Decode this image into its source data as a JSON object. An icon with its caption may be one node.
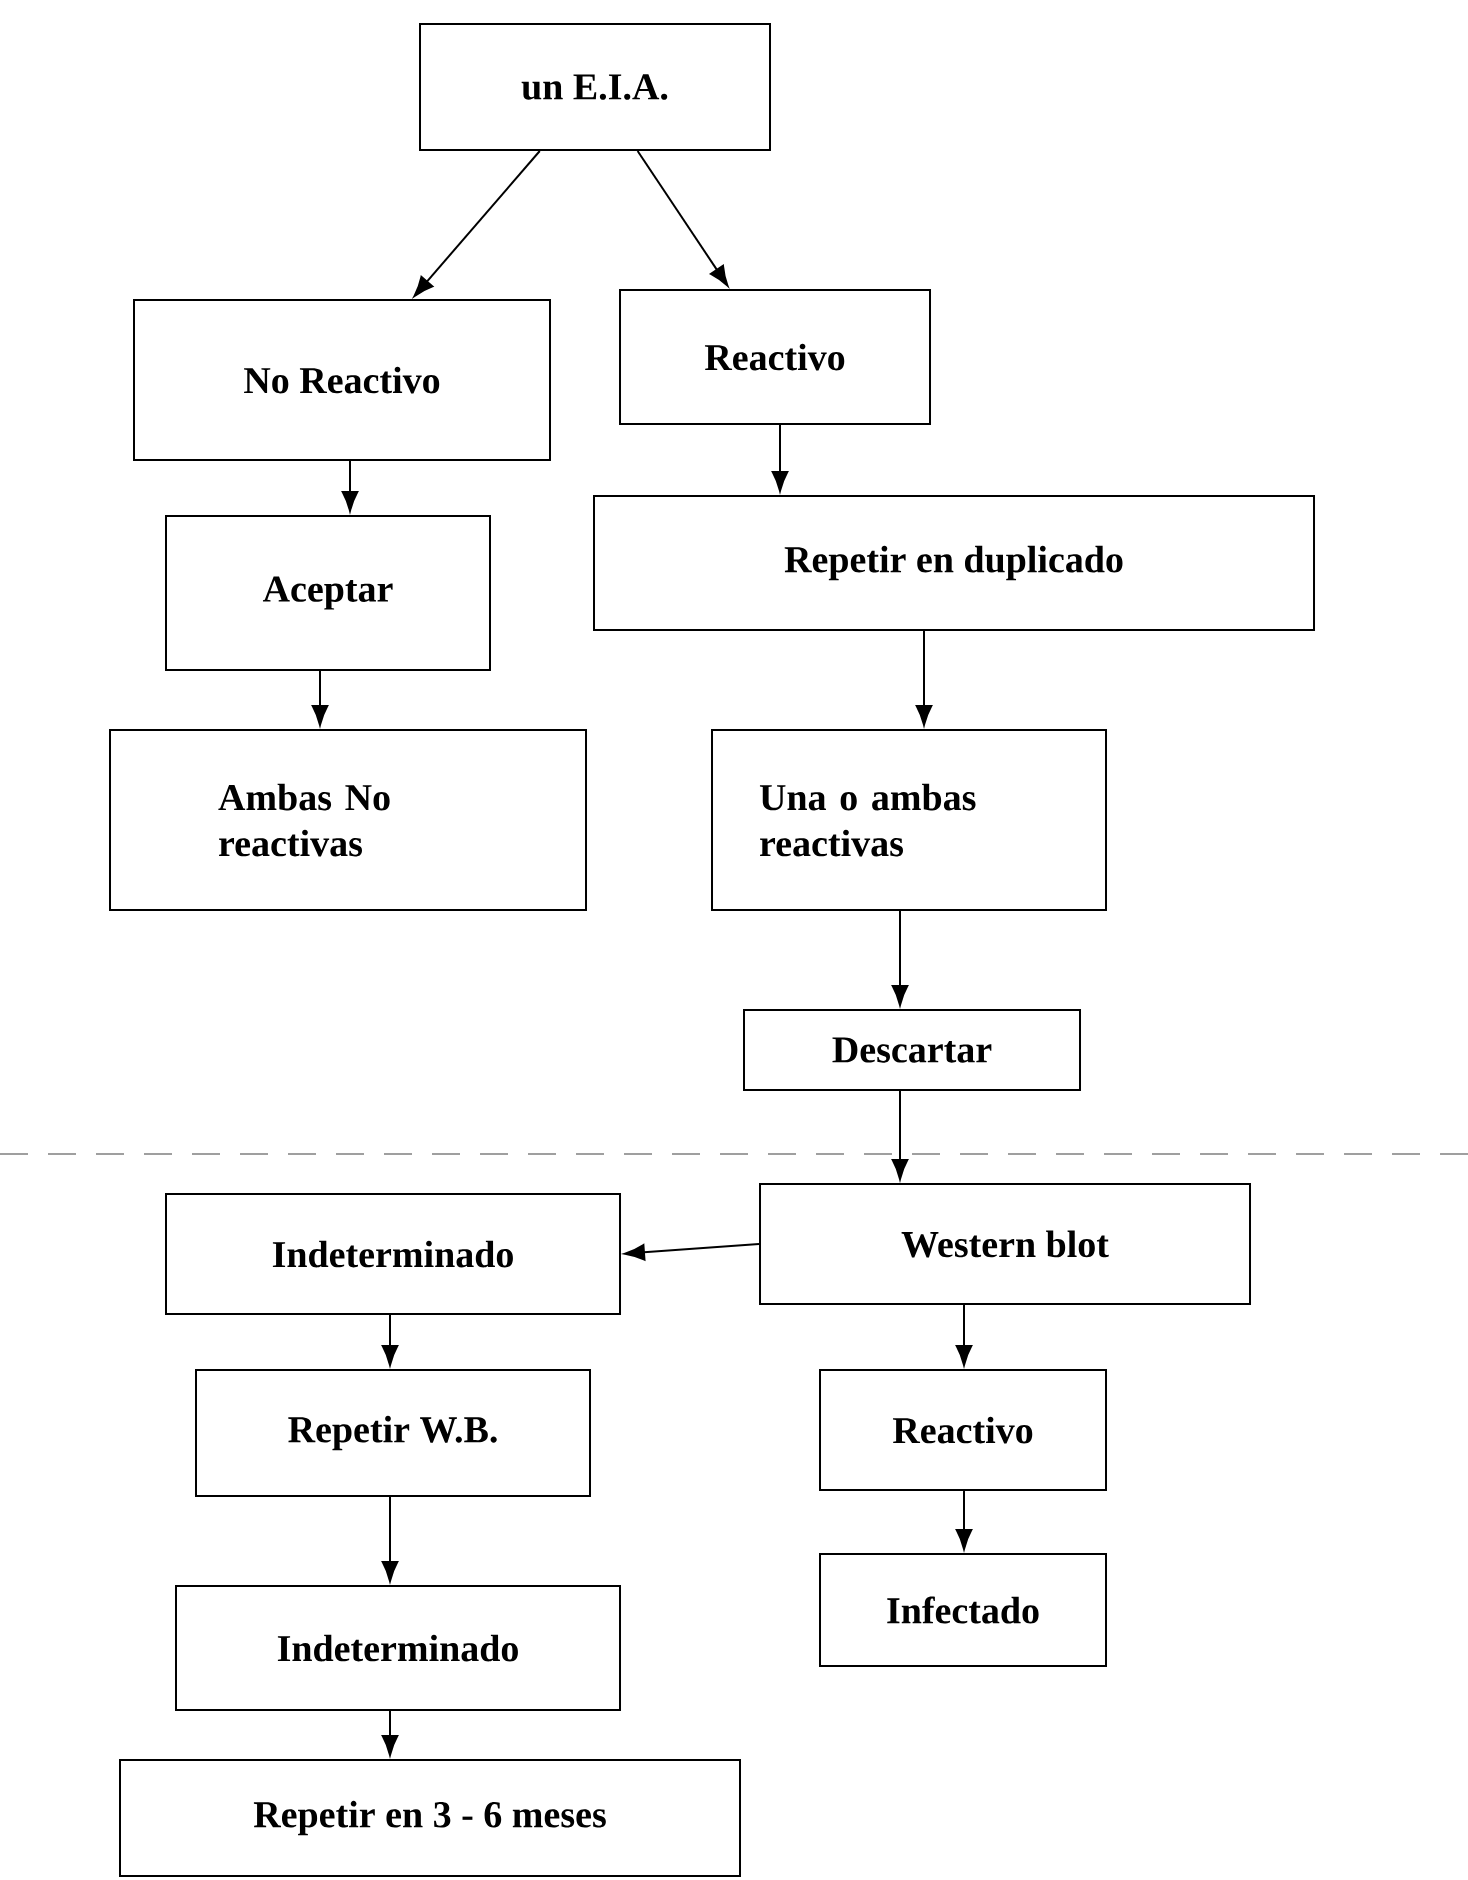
{
  "diagram": {
    "nodes": [
      {
        "text": [
          "un  E.I.A."
        ]
      },
      {
        "text": [
          "No Reactivo"
        ]
      },
      {
        "text": [
          "Reactivo"
        ]
      },
      {
        "text": [
          "Aceptar"
        ]
      },
      {
        "text": [
          "Repetir en duplicado"
        ]
      },
      {
        "text": [
          "Ambas No reactivas"
        ]
      },
      {
        "text": [
          "Una o ambas reactivas"
        ]
      },
      {
        "text": [
          "Descartar"
        ]
      },
      {
        "text": [
          "Indeterminado"
        ]
      },
      {
        "text": [
          "Western  blot"
        ]
      },
      {
        "text": [
          "Reactivo"
        ]
      },
      {
        "text": [
          "Repetir W.B."
        ]
      },
      {
        "text": [
          "Infectado"
        ]
      },
      {
        "text": [
          "Indeterminado"
        ]
      },
      {
        "text": [
          "Repetir en 3 - 6 meses"
        ]
      }
    ],
    "edges": [
      {
        "from": 0,
        "to": 1,
        "arrow": "to"
      },
      {
        "from": 0,
        "to": 2,
        "arrow": "to"
      },
      {
        "from": 1,
        "to": 3,
        "arrow": "to"
      },
      {
        "from": 2,
        "to": 4,
        "arrow": "to"
      },
      {
        "from": 3,
        "to": 5,
        "arrow": "to"
      },
      {
        "from": 4,
        "to": 6,
        "arrow": "to"
      },
      {
        "from": 6,
        "to": 7,
        "arrow": "to"
      },
      {
        "from": 7,
        "to": 9,
        "arrow": "to"
      },
      {
        "from": 9,
        "to": 8,
        "arrow": "to"
      },
      {
        "from": 8,
        "to": 11,
        "arrow": "to"
      },
      {
        "from": 9,
        "to": 10,
        "arrow": "to"
      },
      {
        "from": 10,
        "to": 12,
        "arrow": "to"
      },
      {
        "from": 11,
        "to": 13,
        "arrow": "to"
      },
      {
        "from": 13,
        "to": 14,
        "arrow": "to"
      }
    ]
  }
}
